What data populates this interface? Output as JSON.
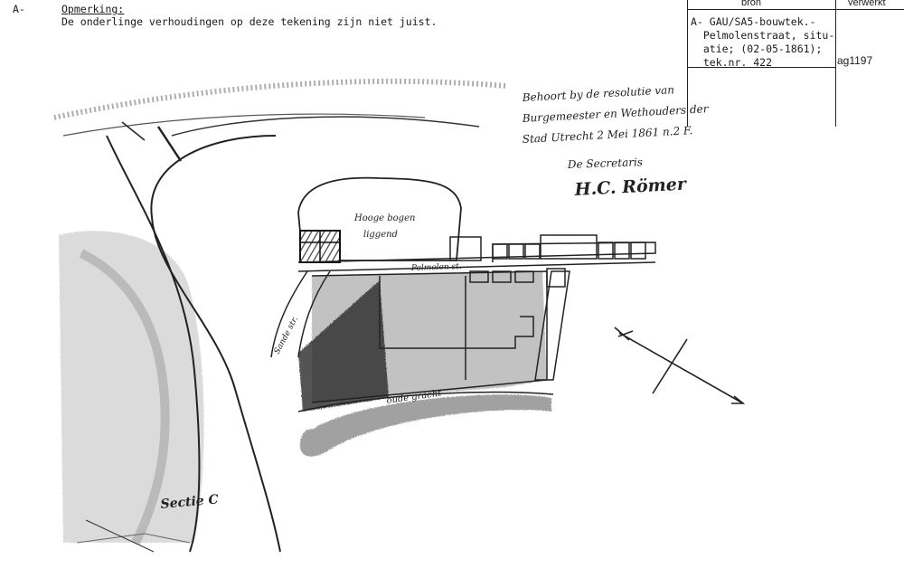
{
  "note": {
    "marker": "A-",
    "heading": "Opmerking:",
    "text": "De onderlinge verhoudingen op deze tekening zijn niet juist."
  },
  "meta": {
    "col_source": "bron",
    "col_processed": "verwerkt",
    "source_marker": "A-",
    "source_lines": [
      "GAU/SA5-bouwtek.-",
      "  Pelmolenstraat, situ-",
      "  atie; (02-05-1861);",
      "  tek.nr. 422"
    ],
    "reference": "ag1197"
  },
  "map": {
    "annotation_lines": [
      "Behoort by de resolutie van",
      "Burgemeester en Wethouders der",
      "Stad Utrecht 2 Mei 1861 n.2 F.",
      "De Secretaris"
    ],
    "signature": "H.C. Römer",
    "label_garden": "Hooge bogen",
    "label_garden_2": "liggend",
    "label_street_top": "Pelmolen st.",
    "label_street_side": "Sande str.",
    "label_canal": "oude gracht",
    "label_section": "Sectie C"
  }
}
